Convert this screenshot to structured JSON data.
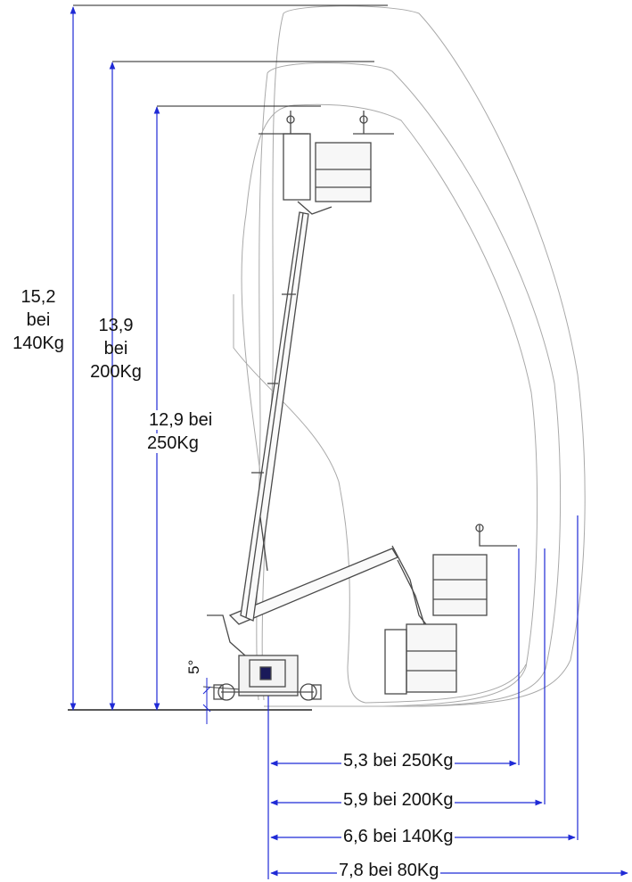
{
  "heights": [
    {
      "id": "h152",
      "text": "15,2\nbei\n140Kg",
      "value": 15.2,
      "load_kg": 140
    },
    {
      "id": "h139",
      "text": "13,9\nbei\n200Kg",
      "value": 13.9,
      "load_kg": 200
    },
    {
      "id": "h129",
      "text": "12,9 bei\n250Kg",
      "value": 12.9,
      "load_kg": 250
    }
  ],
  "reaches": [
    {
      "id": "r53",
      "text": "5,3 bei 250Kg",
      "value": 5.3,
      "load_kg": 250
    },
    {
      "id": "r59",
      "text": "5,9 bei 200Kg",
      "value": 5.9,
      "load_kg": 200
    },
    {
      "id": "r66",
      "text": "6,6 bei 140Kg",
      "value": 6.6,
      "load_kg": 140
    },
    {
      "id": "r78",
      "text": "7,8 bei 80Kg",
      "value": 7.8,
      "load_kg": 80
    }
  ],
  "tilt_angle": "5°",
  "colors": {
    "dimension": "#1f2ad6",
    "envelope": "#a9a9a9",
    "machine": "#4a4a4a"
  }
}
